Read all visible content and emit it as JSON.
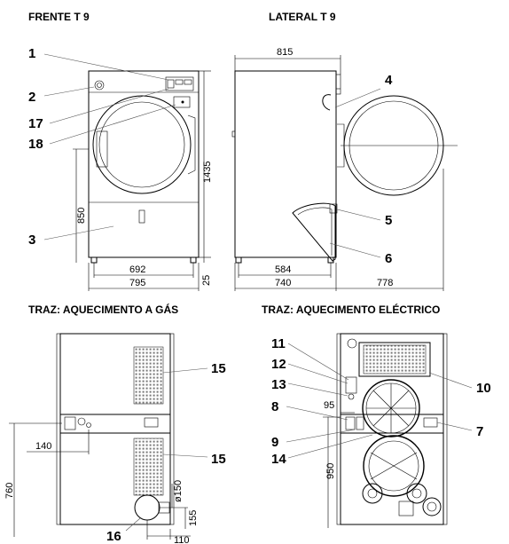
{
  "views": {
    "front": {
      "title": "FRENTE  T 9"
    },
    "side": {
      "title": "LATERAL T 9"
    },
    "rear_gas": {
      "title": "TRAZ: AQUECIMENTO A GÁS"
    },
    "rear_electric": {
      "title": "TRAZ: AQUECIMENTO ELÉCTRICO"
    }
  },
  "dimensions": {
    "front_height_total": "1435",
    "front_lower_height": "850",
    "front_feet_span": "692",
    "front_width": "795",
    "front_foot_height": "25",
    "side_depth_top": "815",
    "side_feet_span": "584",
    "side_depth": "740",
    "side_depth_door_open": "778",
    "gas_outlet_height": "760",
    "gas_inlet_offset": "140",
    "gas_duct_diameter": "ø150",
    "gas_duct_height": "155",
    "gas_duct_offset": "110",
    "electric_outlet_height": "950",
    "electric_offset": "95"
  },
  "callouts": {
    "c1": "1",
    "c2": "2",
    "c3": "3",
    "c17": "17",
    "c18": "18",
    "c4": "4",
    "c5": "5",
    "c6": "6",
    "c15a": "15",
    "c15b": "15",
    "c16": "16",
    "c11": "11",
    "c12": "12",
    "c13": "13",
    "c8": "8",
    "c9": "9",
    "c14": "14",
    "c10": "10",
    "c7": "7"
  }
}
